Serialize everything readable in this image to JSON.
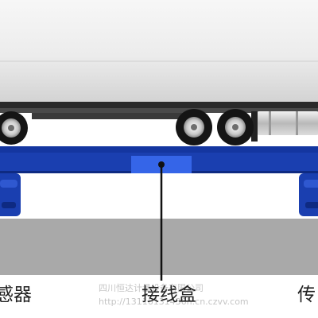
{
  "labels": {
    "left_sensor_fragment": "感器",
    "junction_box": "接线盒",
    "right_sensor_fragment": "传"
  },
  "watermark": {
    "line1": "四川恒达计量设备有限公司",
    "line2": "http://13116131436h.cn.czvv.com"
  },
  "colors": {
    "platform_blue": "#1436a0",
    "junction_box_blue": "#3565e8",
    "foundation_gray": "#a9a9a9",
    "trailer_white": "#eeeeee",
    "tire_black": "#151515"
  }
}
